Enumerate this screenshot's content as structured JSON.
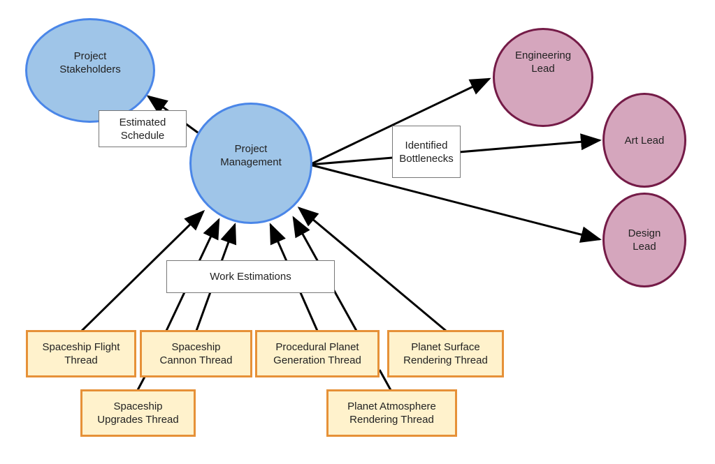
{
  "nodes": {
    "stakeholders": "Project\nStakeholders",
    "management": "Project\nManagement",
    "engineering_lead": "Engineering\nLead",
    "art_lead": "Art Lead",
    "design_lead": "Design\nLead",
    "flight_thread": "Spaceship Flight\nThread",
    "cannon_thread": "Spaceship\nCannon Thread",
    "upgrades_thread": "Spaceship\nUpgrades Thread",
    "procedural_thread": "Procedural Planet\nGeneration Thread",
    "atmosphere_thread": "Planet Atmosphere\nRendering Thread",
    "surface_thread": "Planet Surface\nRendering Thread"
  },
  "edge_labels": {
    "estimated_schedule": "Estimated\nSchedule",
    "identified_bottlenecks": "Identified\nBottlenecks",
    "work_estimations": "Work Estimations"
  },
  "colors": {
    "stakeholder_fill": "#9fc5e8",
    "stakeholder_stroke": "#4a86e8",
    "lead_fill": "#d5a6bd",
    "lead_stroke": "#741b47",
    "thread_fill": "#fff2cc",
    "thread_stroke": "#e69138",
    "edge": "#000000"
  }
}
